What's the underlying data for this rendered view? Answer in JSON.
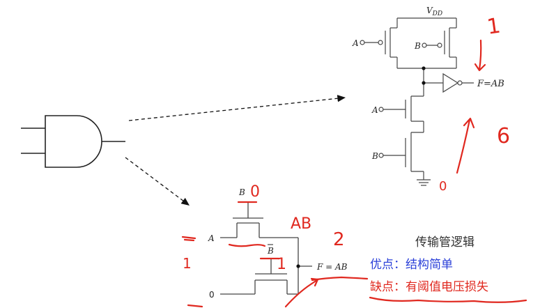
{
  "cmos": {
    "vdd_v": "V",
    "vdd_sub": "DD",
    "input_a_top": "A",
    "input_b_top": "B",
    "input_a_bottom": "A",
    "input_b_bottom": "B",
    "output": "F=AB"
  },
  "pass": {
    "gate_b": "B",
    "gate_bbar": "B",
    "input_a": "A",
    "input_zero": "0",
    "output": "F = AB"
  },
  "notes": {
    "title": "传输管逻辑",
    "advantage": "优点：结构简单",
    "disadvantage": "缺点：有阈值电压损失"
  },
  "handwriting": {
    "one_top": "1",
    "six": "6",
    "zero_bottom": "0",
    "zero_b": "0",
    "ab": "AB",
    "two": "2",
    "one_bbar": "1",
    "one_left": "1"
  },
  "colors": {
    "ink": "#222222",
    "red": "#e0281f",
    "blue": "#2a3fd8"
  }
}
